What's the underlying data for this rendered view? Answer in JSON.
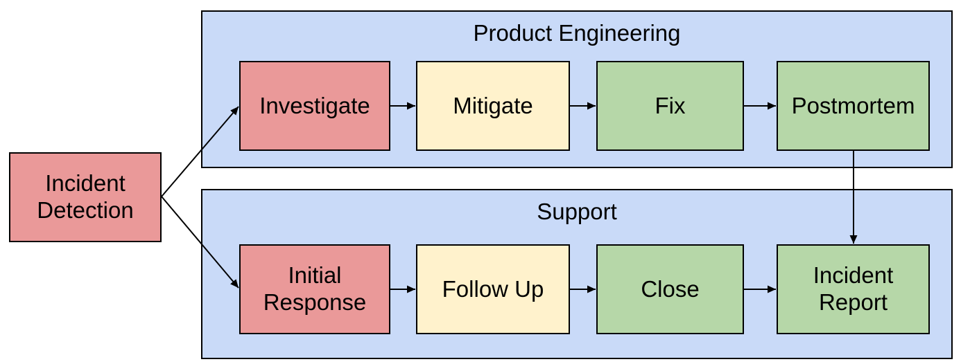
{
  "diagram": {
    "palette": {
      "lane_fill": "#c9daf8",
      "red": "#ea9999",
      "yellow": "#fff2cc",
      "green": "#b6d7a8",
      "stroke": "#000000",
      "background": "#ffffff",
      "text": "#000000"
    },
    "detection": {
      "label": "Incident\nDetection",
      "fill": "#ea9999"
    },
    "lanes": [
      {
        "title": "Product Engineering",
        "fill": "#c9daf8",
        "nodes": [
          {
            "label": "Investigate",
            "fill": "#ea9999"
          },
          {
            "label": "Mitigate",
            "fill": "#fff2cc"
          },
          {
            "label": "Fix",
            "fill": "#b6d7a8"
          },
          {
            "label": "Postmortem",
            "fill": "#b6d7a8"
          }
        ]
      },
      {
        "title": "Support",
        "fill": "#c9daf8",
        "nodes": [
          {
            "label": "Initial\nResponse",
            "fill": "#ea9999"
          },
          {
            "label": "Follow Up",
            "fill": "#fff2cc"
          },
          {
            "label": "Close",
            "fill": "#b6d7a8"
          },
          {
            "label": "Incident\nReport",
            "fill": "#b6d7a8"
          }
        ]
      }
    ],
    "edges": [
      {
        "from": "Incident Detection",
        "to": "Investigate"
      },
      {
        "from": "Incident Detection",
        "to": "Initial Response"
      },
      {
        "from": "Investigate",
        "to": "Mitigate"
      },
      {
        "from": "Mitigate",
        "to": "Fix"
      },
      {
        "from": "Fix",
        "to": "Postmortem"
      },
      {
        "from": "Postmortem",
        "to": "Incident Report"
      },
      {
        "from": "Initial Response",
        "to": "Follow Up"
      },
      {
        "from": "Follow Up",
        "to": "Close"
      },
      {
        "from": "Close",
        "to": "Incident Report"
      }
    ]
  }
}
